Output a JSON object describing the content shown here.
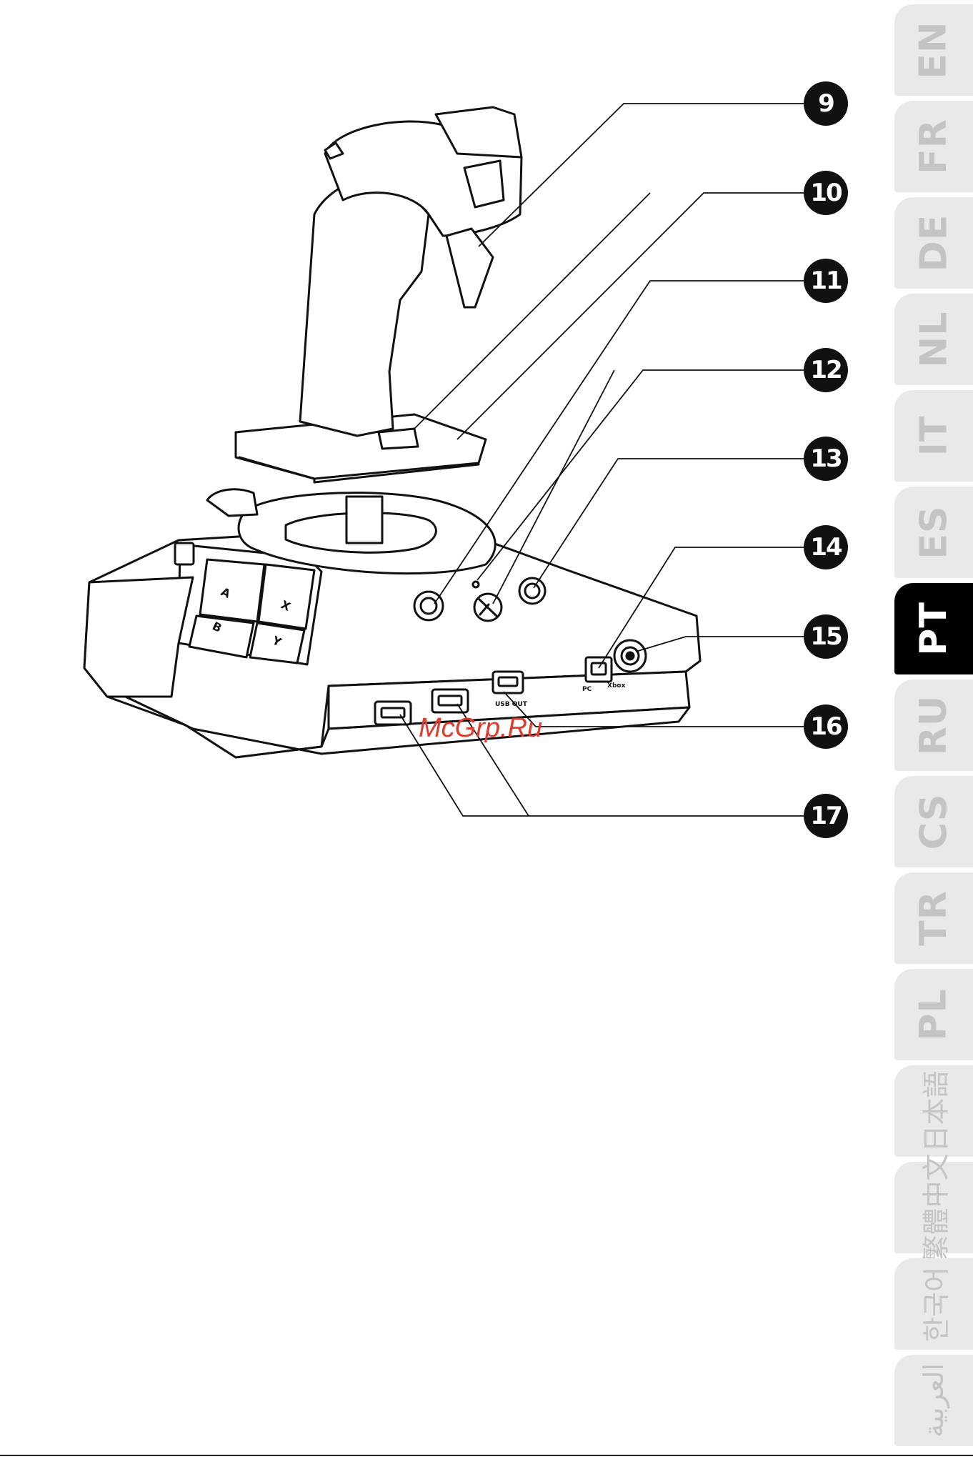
{
  "language_tabs": [
    {
      "code": "EN",
      "active": false
    },
    {
      "code": "FR",
      "active": false
    },
    {
      "code": "DE",
      "active": false
    },
    {
      "code": "NL",
      "active": false
    },
    {
      "code": "IT",
      "active": false
    },
    {
      "code": "ES",
      "active": false
    },
    {
      "code": "PT",
      "active": true
    },
    {
      "code": "RU",
      "active": false
    },
    {
      "code": "CS",
      "active": false
    },
    {
      "code": "TR",
      "active": false
    },
    {
      "code": "PL",
      "active": false
    },
    {
      "code": "日本語",
      "active": false
    },
    {
      "code": "繁體中文",
      "active": false
    },
    {
      "code": "한국어",
      "active": false
    },
    {
      "code": "العربية",
      "active": false
    }
  ],
  "callouts": [
    "9",
    "10",
    "11",
    "12",
    "13",
    "14",
    "15",
    "16",
    "17"
  ],
  "device_labels": {
    "button_a": "A",
    "button_b": "B",
    "button_x": "X",
    "button_y": "Y",
    "usb_out": "USB OUT",
    "pc": "PC",
    "xbox": "Xbox"
  },
  "watermark": "McGrp.Ru",
  "colors": {
    "tab_inactive": "#e9e9e9",
    "tab_active": "#000000",
    "watermark": "#e23b2e"
  }
}
